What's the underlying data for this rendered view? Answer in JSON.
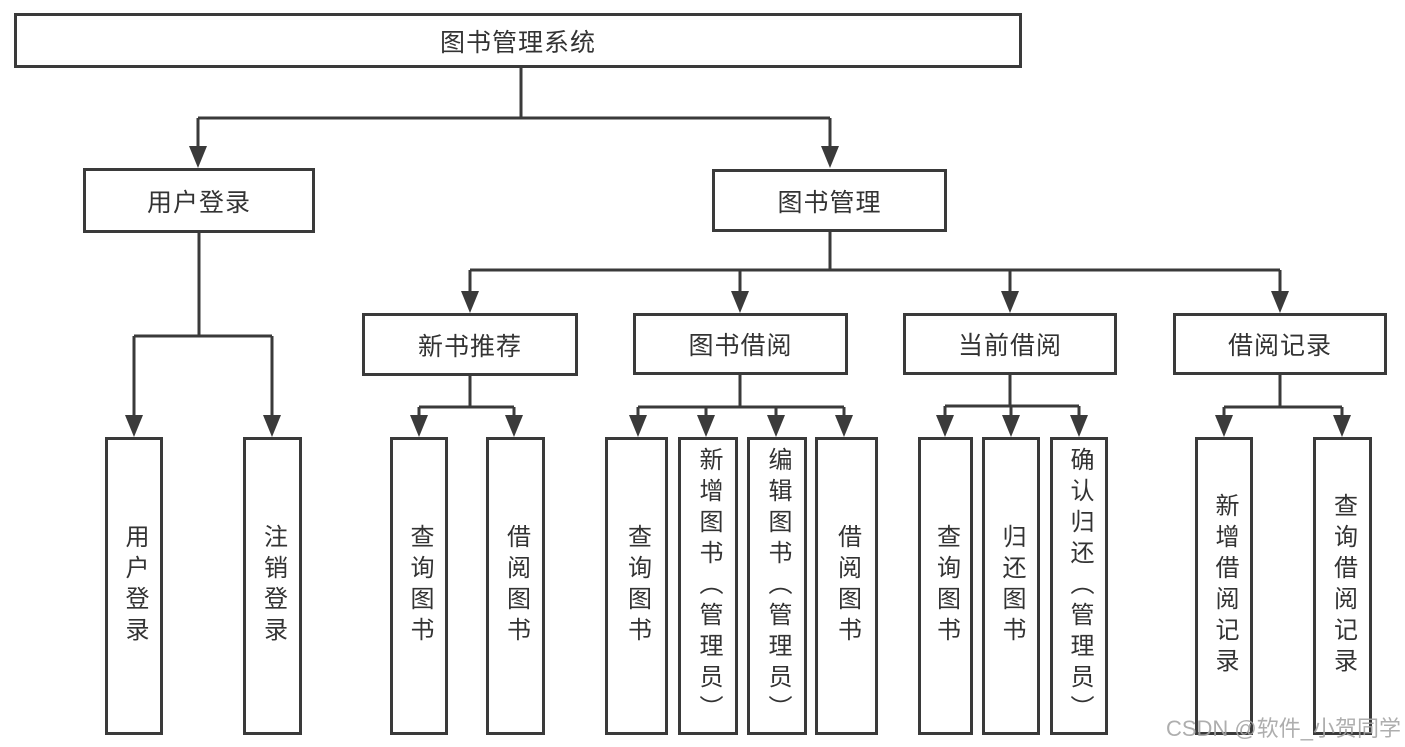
{
  "title": "图书管理系统",
  "colors": {
    "line": "#3a3a3a",
    "text": "#333333",
    "box_background": "#ffffff",
    "watermark": "#a5a5a5"
  },
  "watermark": {
    "text": "CSDN @软件_小贺同学"
  },
  "tree": {
    "label": "图书管理系统",
    "children": [
      {
        "label": "用户登录",
        "children": [
          {
            "label": "用户登录"
          },
          {
            "label": "注销登录"
          }
        ]
      },
      {
        "label": "图书管理",
        "children": [
          {
            "label": "新书推荐",
            "children": [
              {
                "label": "查询图书"
              },
              {
                "label": "借阅图书"
              }
            ]
          },
          {
            "label": "图书借阅",
            "children": [
              {
                "label": "查询图书"
              },
              {
                "label": "新增图书（管理员）"
              },
              {
                "label": "编辑图书（管理员）"
              },
              {
                "label": "借阅图书"
              }
            ]
          },
          {
            "label": "当前借阅",
            "children": [
              {
                "label": "查询图书"
              },
              {
                "label": "归还图书"
              },
              {
                "label": "确认归还（管理员）"
              }
            ]
          },
          {
            "label": "借阅记录",
            "children": [
              {
                "label": "新增借阅记录"
              },
              {
                "label": "查询借阅记录"
              }
            ]
          }
        ]
      }
    ]
  }
}
